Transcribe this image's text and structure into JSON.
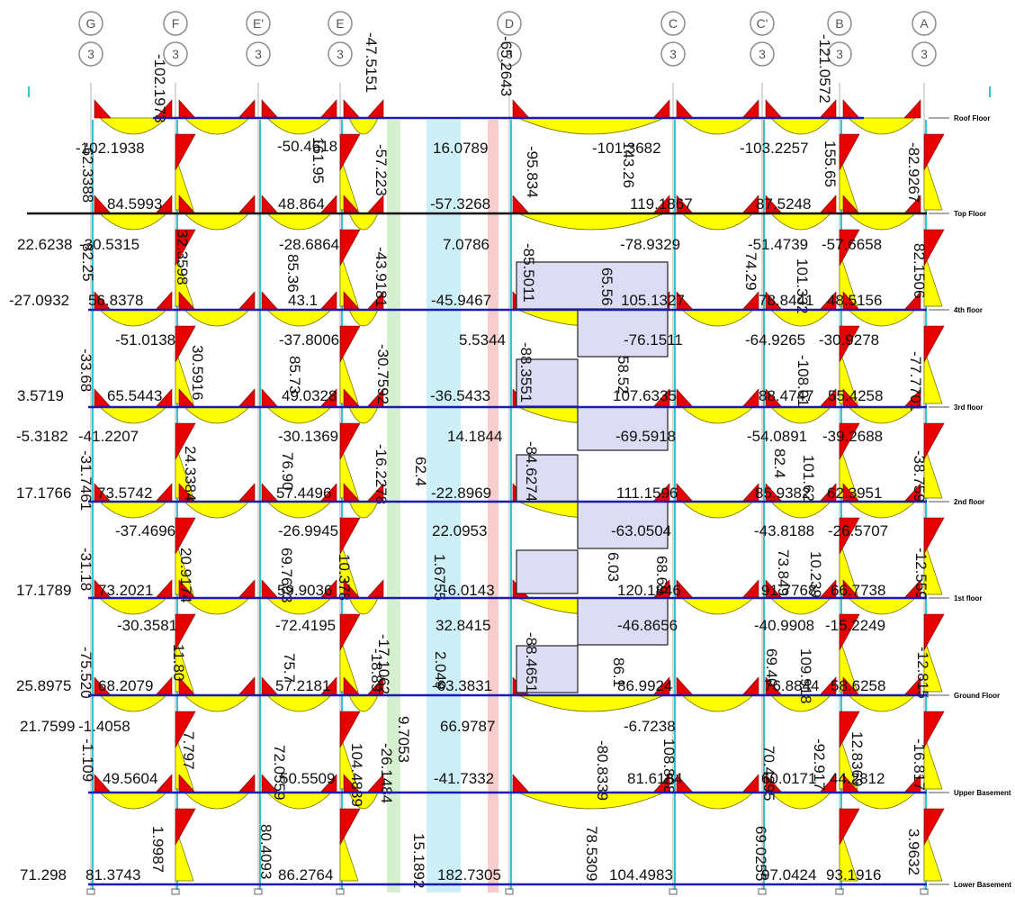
{
  "grid_lines": [
    {
      "id": "G",
      "sub": "3"
    },
    {
      "id": "F",
      "sub": "3"
    },
    {
      "id": "E'",
      "sub": "3"
    },
    {
      "id": "E",
      "sub": "3"
    },
    {
      "id": "D",
      "sub": "3"
    },
    {
      "id": "C",
      "sub": "3"
    },
    {
      "id": "C'",
      "sub": "3"
    },
    {
      "id": "B",
      "sub": "3"
    },
    {
      "id": "A",
      "sub": "3"
    }
  ],
  "floors": [
    "Roof Floor",
    "Top Floor",
    "4th floor",
    "3rd floor",
    "2nd floor",
    "1st floor",
    "Ground Floor",
    "Upper Basement",
    "Lower Basement"
  ],
  "values": [
    {
      "t": "-102.1973"
    },
    {
      "t": "-47.5151"
    },
    {
      "t": "-65.2643"
    },
    {
      "t": "-121.0572"
    },
    {
      "t": "-102.1938"
    },
    {
      "t": "-50.4618"
    },
    {
      "t": "-57.223"
    },
    {
      "t": "16.0789"
    },
    {
      "t": "-95.834"
    },
    {
      "t": "-101.3682"
    },
    {
      "t": "-103.2257"
    },
    {
      "t": "-82.9267"
    },
    {
      "t": "-62.3388"
    },
    {
      "t": "161.95"
    },
    {
      "t": "143.26"
    },
    {
      "t": "155.65"
    },
    {
      "t": "84.5993"
    },
    {
      "t": "48.864"
    },
    {
      "t": "-57.3268"
    },
    {
      "t": "119.1867"
    },
    {
      "t": "87.5248"
    },
    {
      "t": "22.6238"
    },
    {
      "t": "-30.5315"
    },
    {
      "t": "-28.6864"
    },
    {
      "t": "-43.9181"
    },
    {
      "t": "7.0786"
    },
    {
      "t": "-85.5011"
    },
    {
      "t": "-78.9329"
    },
    {
      "t": "-51.4739"
    },
    {
      "t": "-57.6658"
    },
    {
      "t": "82.25"
    },
    {
      "t": "32.3598"
    },
    {
      "t": "85.36"
    },
    {
      "t": "65.56"
    },
    {
      "t": "74.29"
    },
    {
      "t": "101.332"
    },
    {
      "t": "82.1506"
    },
    {
      "t": "-27.0932"
    },
    {
      "t": "56.8378"
    },
    {
      "t": "43.1"
    },
    {
      "t": "-45.9467"
    },
    {
      "t": "105.1327"
    },
    {
      "t": "78.8441"
    },
    {
      "t": "48.5156"
    },
    {
      "t": "-51.0138"
    },
    {
      "t": "-37.8006"
    },
    {
      "t": "-30.7592"
    },
    {
      "t": "5.5344"
    },
    {
      "t": "-88.3551"
    },
    {
      "t": "-76.1511"
    },
    {
      "t": "-64.9265"
    },
    {
      "t": "-30.9278"
    },
    {
      "t": "-33.68"
    },
    {
      "t": "30.5916"
    },
    {
      "t": "85.73"
    },
    {
      "t": "58.52"
    },
    {
      "t": "-108.01"
    },
    {
      "t": "-77.7701"
    },
    {
      "t": "3.5719"
    },
    {
      "t": "65.5443"
    },
    {
      "t": "49.0328"
    },
    {
      "t": "-36.5433"
    },
    {
      "t": "107.6335"
    },
    {
      "t": "88.4747"
    },
    {
      "t": "55.4258"
    },
    {
      "t": "-5.3182"
    },
    {
      "t": "-41.2207"
    },
    {
      "t": "-30.1369"
    },
    {
      "t": "-16.2278"
    },
    {
      "t": "14.1844"
    },
    {
      "t": "-84.6274"
    },
    {
      "t": "-69.5918"
    },
    {
      "t": "-54.0891"
    },
    {
      "t": "-39.2688"
    },
    {
      "t": "-31.7461"
    },
    {
      "t": "24.3384"
    },
    {
      "t": "76.90"
    },
    {
      "t": "62.4"
    },
    {
      "t": "82.4"
    },
    {
      "t": "101.62"
    },
    {
      "t": "-38.759"
    },
    {
      "t": "17.1766"
    },
    {
      "t": "73.5742"
    },
    {
      "t": "57.4496"
    },
    {
      "t": "-22.8969"
    },
    {
      "t": "111.1596"
    },
    {
      "t": "85.9382"
    },
    {
      "t": "62.3951"
    },
    {
      "t": "-37.4696"
    },
    {
      "t": "-26.9945"
    },
    {
      "t": "22.0953"
    },
    {
      "t": "-63.0504"
    },
    {
      "t": "-43.8188"
    },
    {
      "t": "-26.5707"
    },
    {
      "t": "-31.18"
    },
    {
      "t": "20.9174"
    },
    {
      "t": "69.7603"
    },
    {
      "t": "10.378"
    },
    {
      "t": "1.6755"
    },
    {
      "t": "6.03"
    },
    {
      "t": "68.69"
    },
    {
      "t": "73.849"
    },
    {
      "t": "10.239"
    },
    {
      "t": "-12.559"
    },
    {
      "t": "17.1789"
    },
    {
      "t": "73.2021"
    },
    {
      "t": "59.9036"
    },
    {
      "t": "-6.0143"
    },
    {
      "t": "120.1846"
    },
    {
      "t": "91.7768"
    },
    {
      "t": "66.7738"
    },
    {
      "t": "-30.3581"
    },
    {
      "t": "-72.4195"
    },
    {
      "t": "-17.1062"
    },
    {
      "t": "32.8415"
    },
    {
      "t": "-88.4651"
    },
    {
      "t": "-46.8656"
    },
    {
      "t": "-40.9908"
    },
    {
      "t": "-15.2249"
    },
    {
      "t": "-75.520"
    },
    {
      "t": "11.80"
    },
    {
      "t": "75.7"
    },
    {
      "t": "-18.89"
    },
    {
      "t": "2.049"
    },
    {
      "t": "86.1"
    },
    {
      "t": "69.40"
    },
    {
      "t": "109.918"
    },
    {
      "t": "-12.815"
    },
    {
      "t": "25.8975"
    },
    {
      "t": "68.2079"
    },
    {
      "t": "57.2181"
    },
    {
      "t": "-63.3831"
    },
    {
      "t": "86.9924"
    },
    {
      "t": "76.8844"
    },
    {
      "t": "58.6258"
    },
    {
      "t": "21.7599"
    },
    {
      "t": "-1.4058"
    },
    {
      "t": "72.0559"
    },
    {
      "t": "104.4839"
    },
    {
      "t": "-26.1484"
    },
    {
      "t": "9.7053"
    },
    {
      "t": "66.9787"
    },
    {
      "t": "-80.8339"
    },
    {
      "t": "-6.7238"
    },
    {
      "t": "70.4295"
    },
    {
      "t": "-92.917"
    },
    {
      "t": "-16.817"
    },
    {
      "t": "-1.109"
    },
    {
      "t": "7.797"
    },
    {
      "t": "108.808"
    },
    {
      "t": "12.8369"
    },
    {
      "t": "49.5604"
    },
    {
      "t": "50.5509"
    },
    {
      "t": "-41.7332"
    },
    {
      "t": "81.6184"
    },
    {
      "t": "60.0171"
    },
    {
      "t": "44.2812"
    },
    {
      "t": "1.9987"
    },
    {
      "t": "80.4093"
    },
    {
      "t": "15.1892"
    },
    {
      "t": "78.5309"
    },
    {
      "t": "69.0255"
    },
    {
      "t": "3.9632"
    },
    {
      "t": "71.298"
    },
    {
      "t": "81.3743"
    },
    {
      "t": "86.2764"
    },
    {
      "t": "182.7305"
    },
    {
      "t": "104.4983"
    },
    {
      "t": "97.0424"
    },
    {
      "t": "93.1916"
    }
  ]
}
